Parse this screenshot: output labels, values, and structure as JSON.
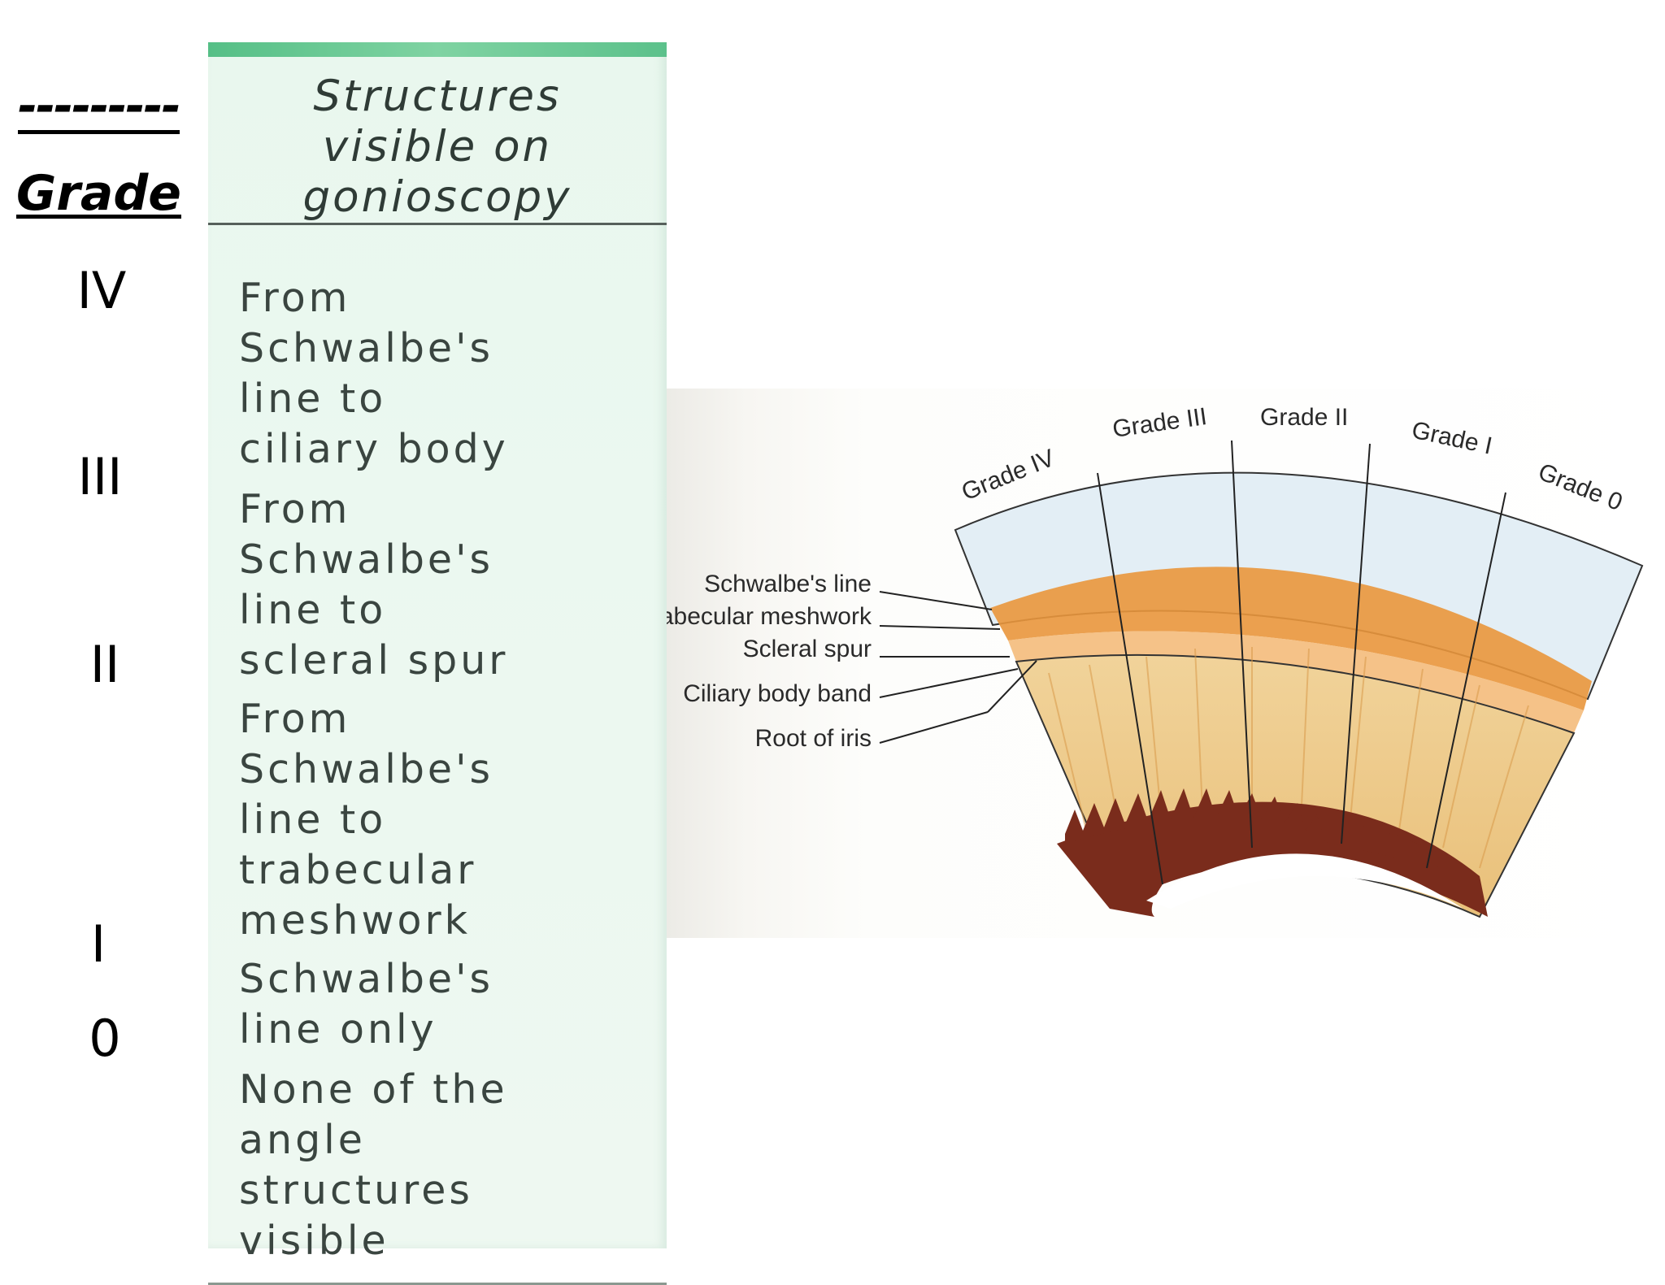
{
  "grade_column": {
    "dashes": "---------",
    "heading": "Grade",
    "grades": [
      "IV",
      "III",
      "II",
      "I",
      "0"
    ]
  },
  "table": {
    "header": "Structures\nvisible on\ngonioscopy",
    "rows": [
      "From\nSchwalbe's\nline to\nciliary body",
      "From\nSchwalbe's\nline to\nscleral spur",
      "From\nSchwalbe's\nline to\ntrabecular\nmeshwork",
      "Schwalbe's\nline only",
      "None of the\nangle\nstructures\nvisible"
    ]
  },
  "diagram": {
    "grade_labels": [
      "Grade IV",
      "Grade III",
      "Grade II",
      "Grade I",
      "Grade 0"
    ],
    "structure_labels": [
      "Schwalbe's line",
      "Trabecular meshwork",
      "Scleral spur",
      "Ciliary body band",
      "Root of iris"
    ],
    "colors": {
      "cornea": "#e3eef5",
      "trabecular_band": "#e9963c",
      "ciliary_body": "#ecc98a",
      "iris_root": "#7a2c1c"
    }
  }
}
